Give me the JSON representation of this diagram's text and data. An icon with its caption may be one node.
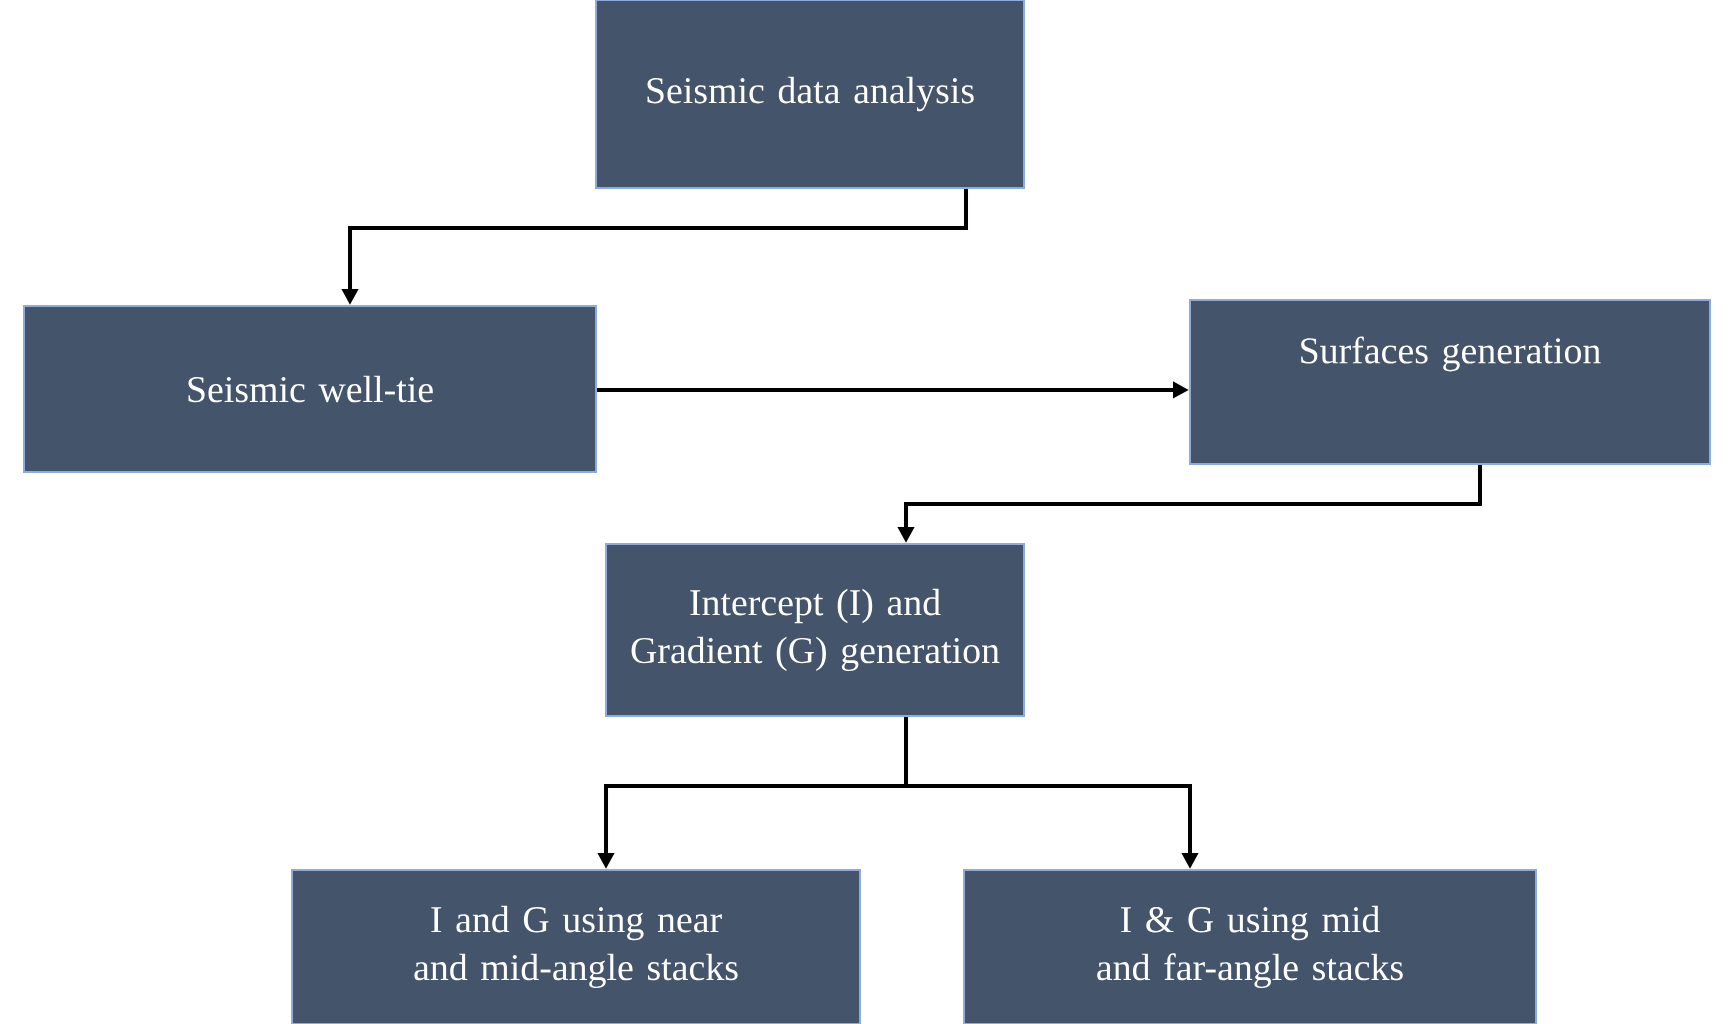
{
  "diagram": {
    "nodes": [
      {
        "text": [
          "Seismic data analysis"
        ]
      },
      {
        "text": [
          "Seismic well-tie"
        ]
      },
      {
        "text": [
          "Surfaces generation"
        ]
      },
      {
        "text": [
          "Intercept (I) and Gradient (G) generation"
        ]
      },
      {
        "text": [
          "I and G using near and mid-angle stacks"
        ]
      },
      {
        "text": [
          "I & G using mid and far-angle stacks"
        ]
      }
    ],
    "edges": [
      {
        "from": 0,
        "to": 1,
        "arrow": "to"
      },
      {
        "from": 1,
        "to": 2,
        "arrow": "to"
      },
      {
        "from": 2,
        "to": 3,
        "arrow": "to"
      },
      {
        "from": 3,
        "to": 4,
        "arrow": "to"
      },
      {
        "from": 3,
        "to": 5,
        "arrow": "to"
      }
    ]
  }
}
